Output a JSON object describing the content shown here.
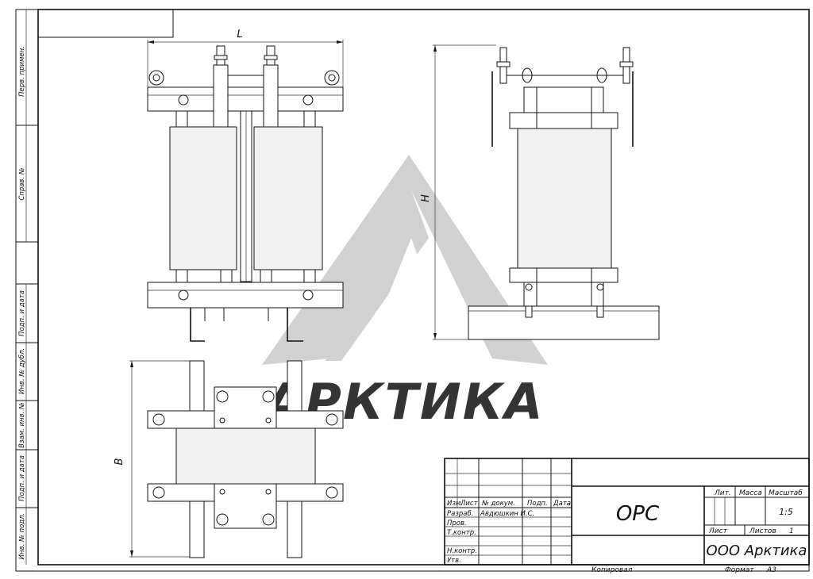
{
  "watermark": {
    "text": "АРКТИКА"
  },
  "dimensions": {
    "length": "L",
    "height": "H",
    "width": "B"
  },
  "side_strip": {
    "labels": [
      "Перв. примен.",
      "Справ. №",
      "Подп. и дата",
      "Инв. № дубл.",
      "Взам. инв. №",
      "Подп. и дата",
      "Инв. № подл."
    ]
  },
  "title_block": {
    "headers": {
      "izm": "Изм.",
      "list": "Лист",
      "doc_no": "№ докум.",
      "sign": "Подп.",
      "date": "Дата"
    },
    "rows": {
      "razrab": "Разраб.",
      "razrab_name": "Авдюшкин И.С.",
      "prov": "Пров.",
      "tkontr": "Т.контр.",
      "nkontr": "Н.контр.",
      "utv": "Утв."
    },
    "designation": "ОРС",
    "lit_label": "Лит.",
    "mass_label": "Масса",
    "scale_label": "Масштаб",
    "scale_value": "1:5",
    "sheet_label": "Лист",
    "sheets_label": "Листов",
    "sheets_value": "1",
    "company": "ООО Арктика"
  },
  "footer": {
    "copied": "Копировал",
    "format_label": "Формат",
    "format_value": "А3"
  }
}
